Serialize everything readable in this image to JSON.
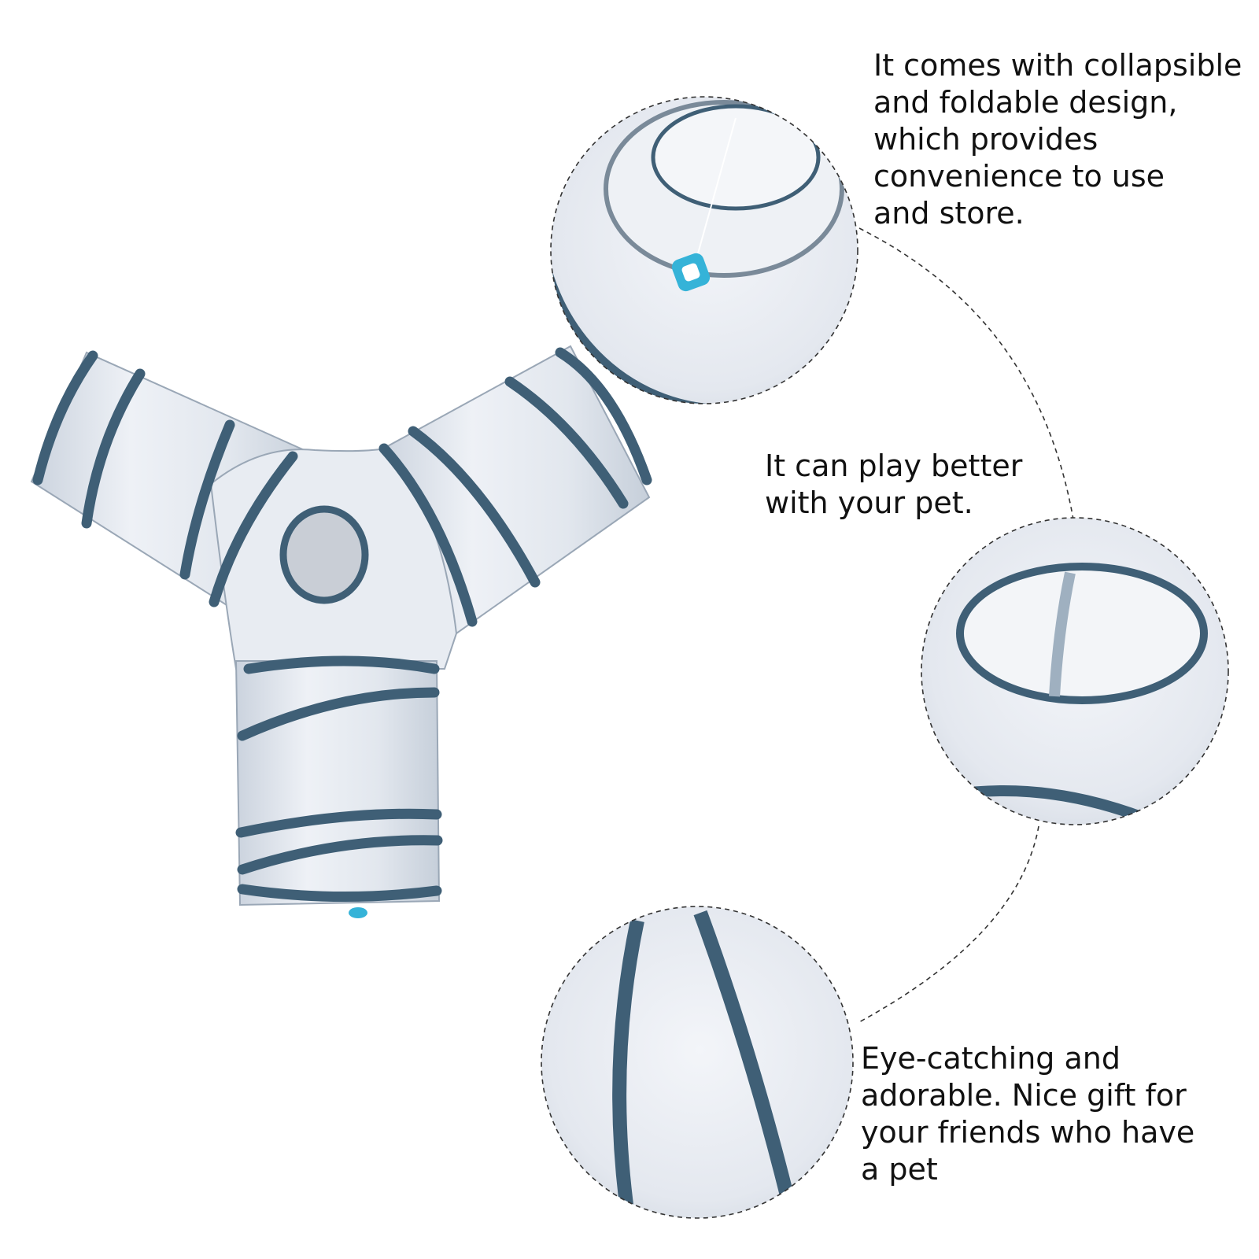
{
  "captions": {
    "collapsible": "It comes with collapsible\nand foldable design,\nwhich provides\nconvenience to use\nand store.",
    "play": "It can play better\nwith your pet.",
    "gift": "Eye-catching and\nadorable. Nice gift for\nyour friends who have\na pet"
  },
  "colors": {
    "fabric": "#e7ebf1",
    "fabric_shadow": "#cdd4de",
    "trim": "#3f5f76",
    "background": "#ffffff",
    "dashed_line": "#333333",
    "ball_blue": "#35b3d8"
  }
}
